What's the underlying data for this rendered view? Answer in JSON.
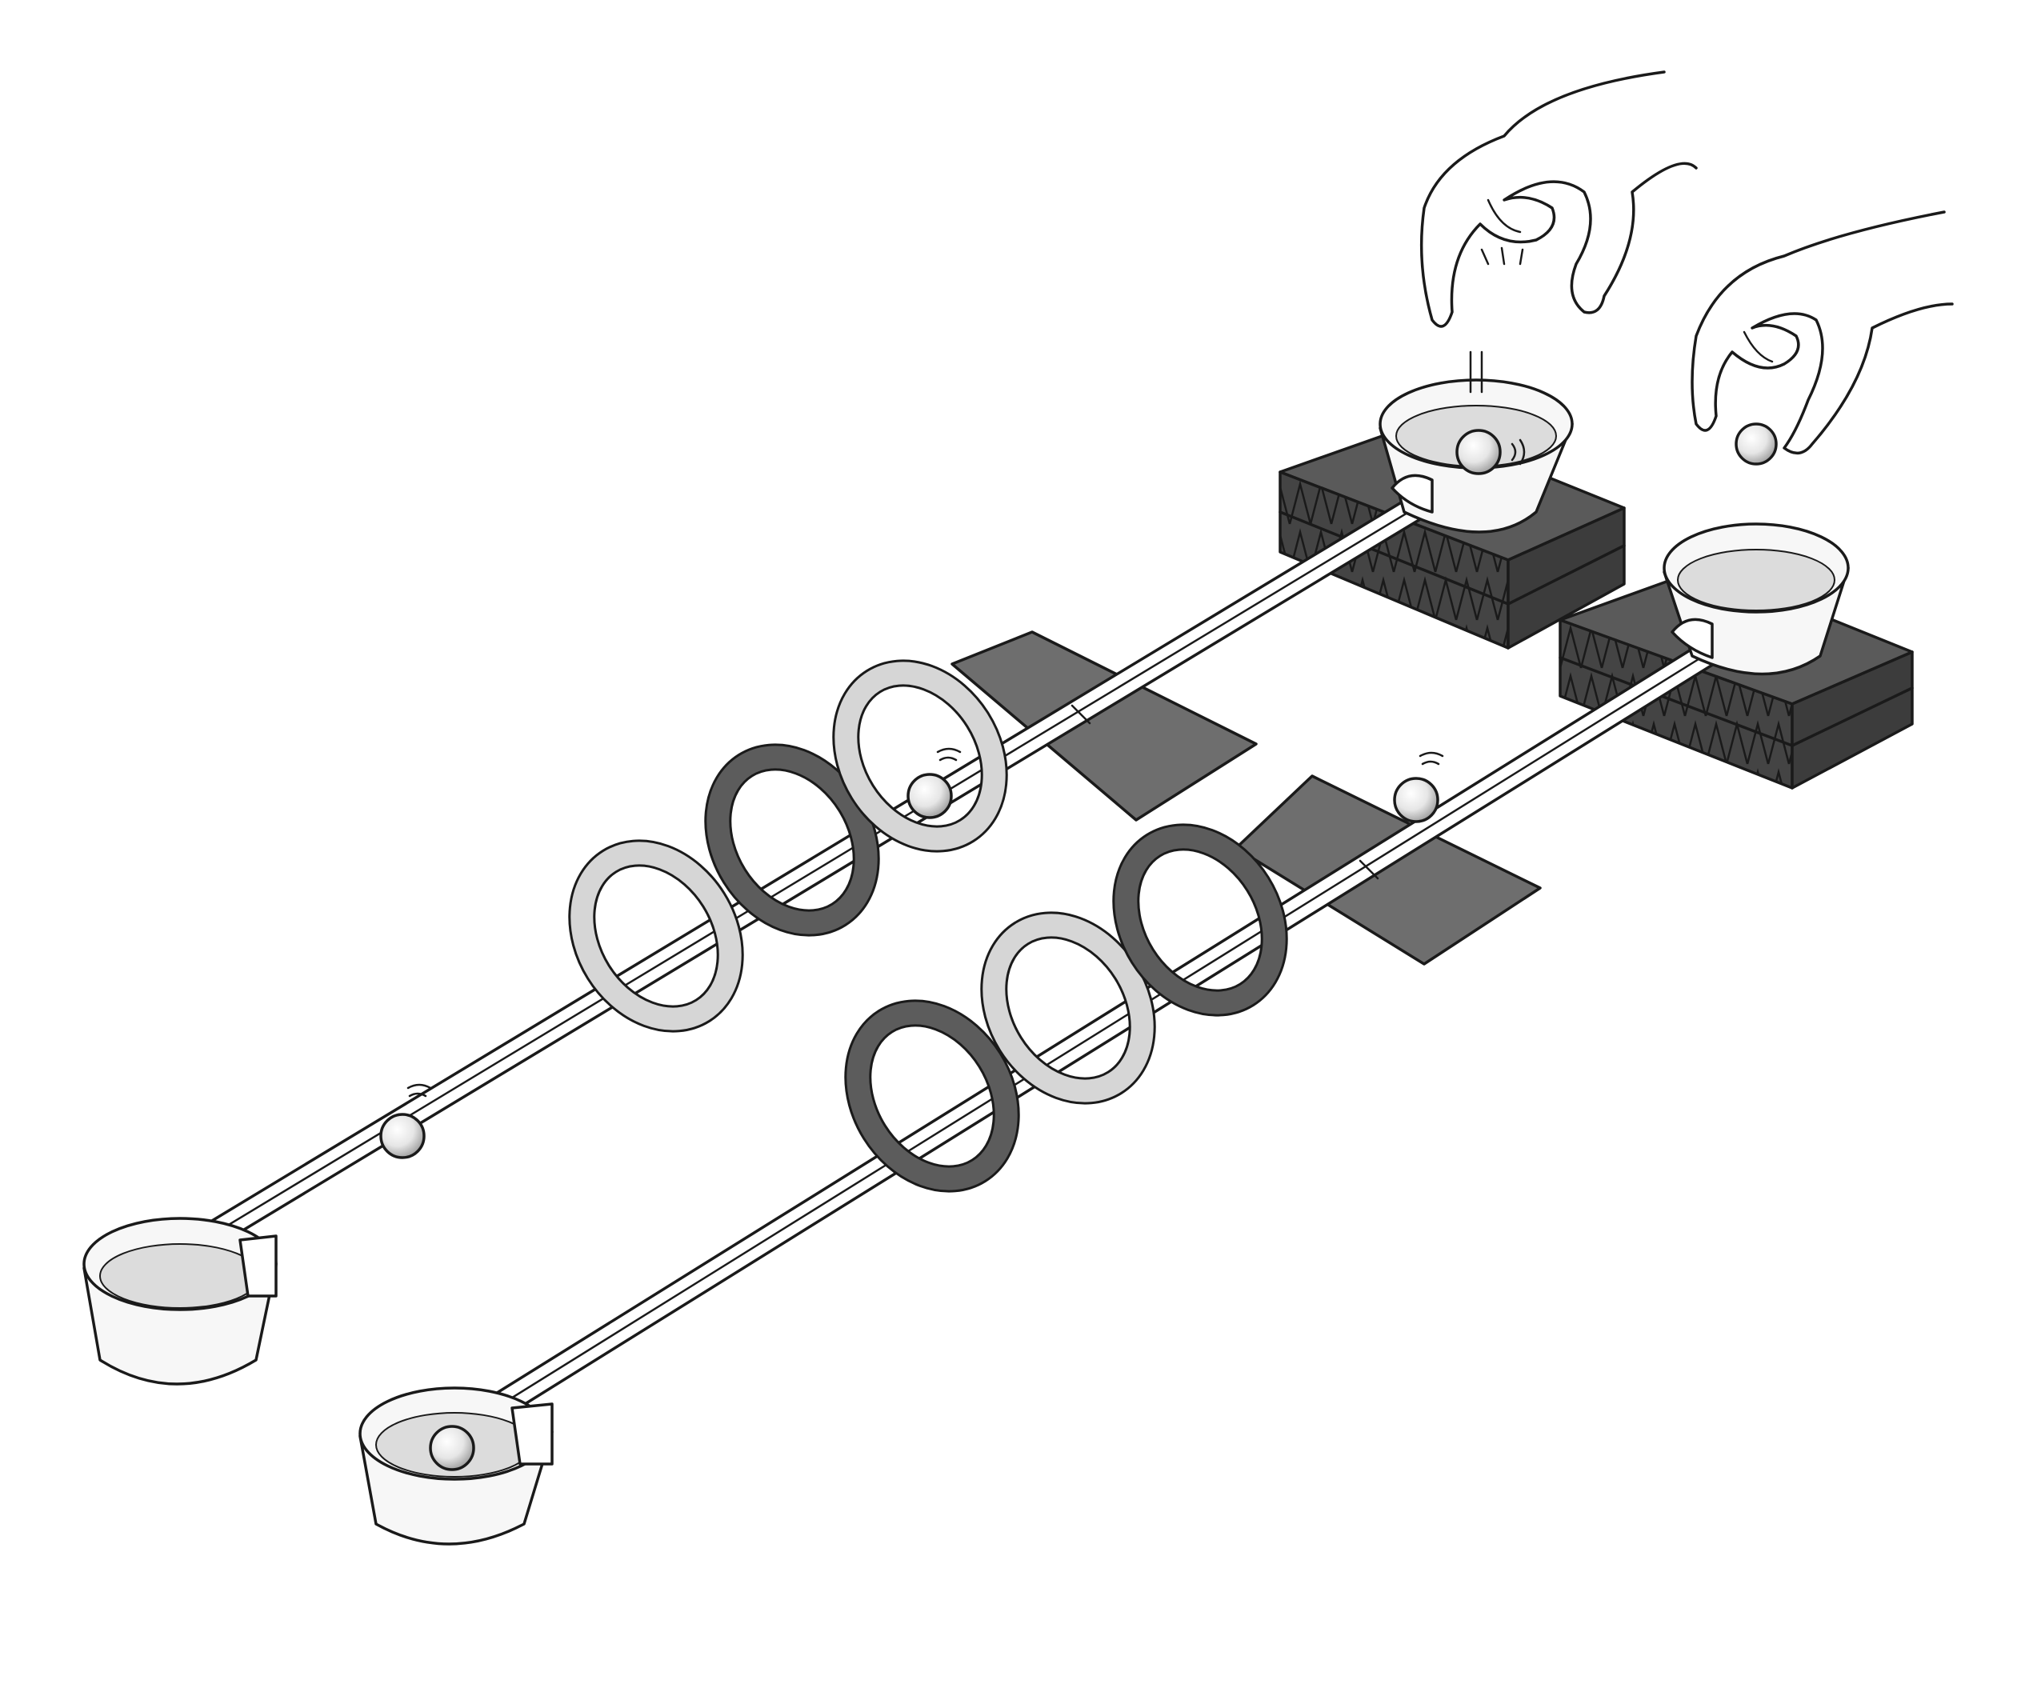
{
  "colors": {
    "background": "#ffffff",
    "outline": "#1a1a1a",
    "cup_white": "#f7f7f7",
    "cup_inner": "#dcdcdc",
    "ring_light": "#d6d6d6",
    "ring_dark": "#5c5c5c",
    "block": "#4a4a4a",
    "pad": "#6e6e6e",
    "rail": "#ffffff",
    "ball": "#eeeeee"
  },
  "icons": {
    "hand": "hand-icon",
    "ball": "marble-icon",
    "cup": "cup-icon",
    "ring": "ring-loop-icon"
  },
  "tracks": [
    {
      "id": "left-track",
      "rings": [
        "light",
        "dark",
        "light"
      ],
      "balls_on_track": 2,
      "ball_in_start_cup": true,
      "ball_in_end_cup": false
    },
    {
      "id": "right-track",
      "rings": [
        "dark",
        "light",
        "dark"
      ],
      "balls_on_track": 1,
      "ball_in_start_cup": false,
      "ball_in_end_cup": true
    }
  ]
}
